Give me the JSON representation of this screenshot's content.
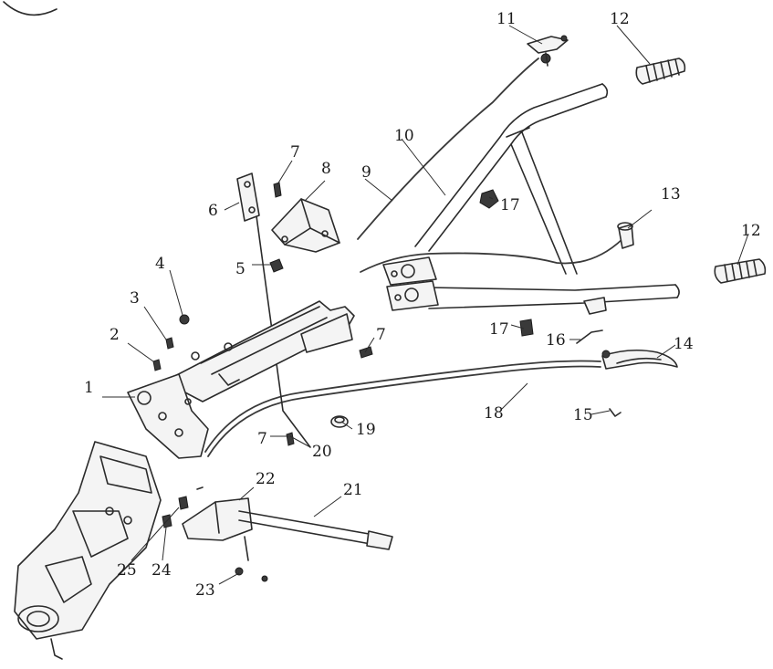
{
  "callouts": {
    "c1": "1",
    "c2": "2",
    "c3": "3",
    "c4": "4",
    "c5": "5",
    "c6": "6",
    "c7a": "7",
    "c7b": "7",
    "c7c": "7",
    "c8": "8",
    "c9": "9",
    "c10": "10",
    "c11": "11",
    "c12a": "12",
    "c12b": "12",
    "c13": "13",
    "c14": "14",
    "c15": "15",
    "c16": "16",
    "c17a": "17",
    "c17b": "17",
    "c18": "18",
    "c19": "19",
    "c20": "20",
    "c21": "21",
    "c22": "22",
    "c23": "23",
    "c24": "24",
    "c25": "25"
  }
}
